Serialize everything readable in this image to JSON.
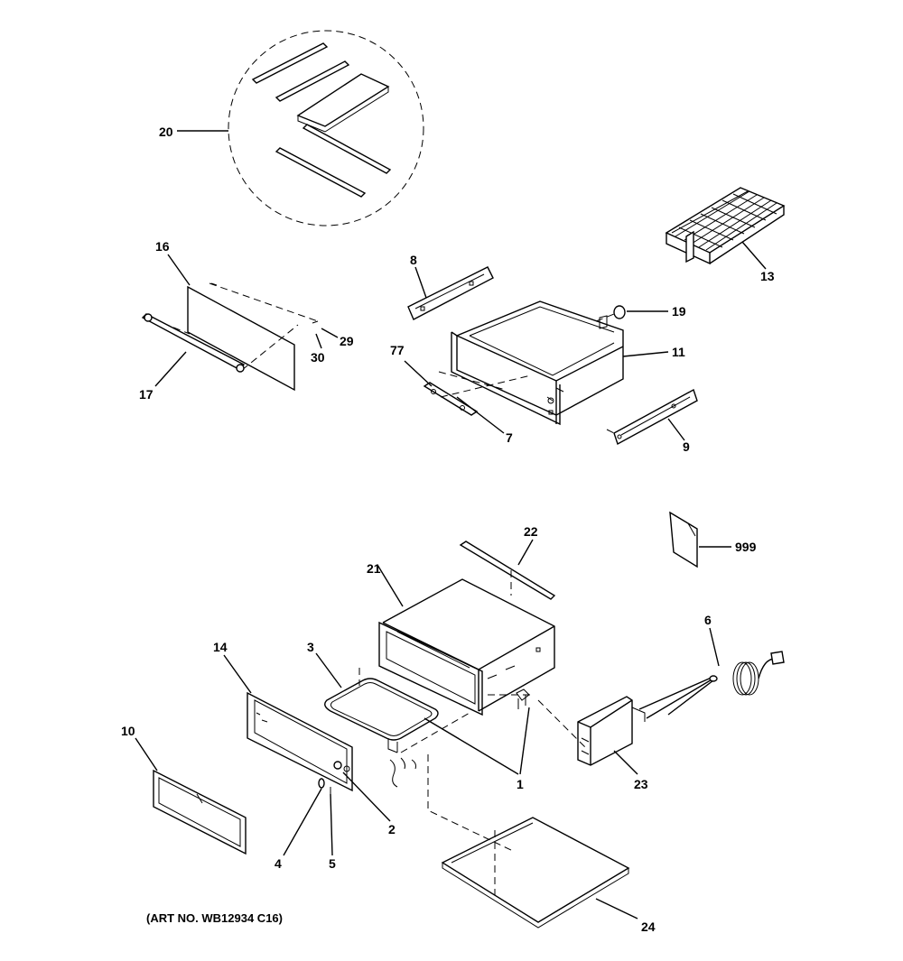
{
  "caption": "(ART NO. WB12934 C16)",
  "labels": {
    "p1": "1",
    "p2": "2",
    "p3": "3",
    "p4": "4",
    "p5": "5",
    "p6": "6",
    "p7": "7",
    "p8": "8",
    "p9": "9",
    "p10": "10",
    "p11": "11",
    "p13": "13",
    "p14": "14",
    "p16": "16",
    "p17": "17",
    "p19": "19",
    "p20": "20",
    "p21": "21",
    "p22": "22",
    "p23": "23",
    "p24": "24",
    "p29": "29",
    "p30": "30",
    "p77": "77",
    "p999": "999"
  }
}
